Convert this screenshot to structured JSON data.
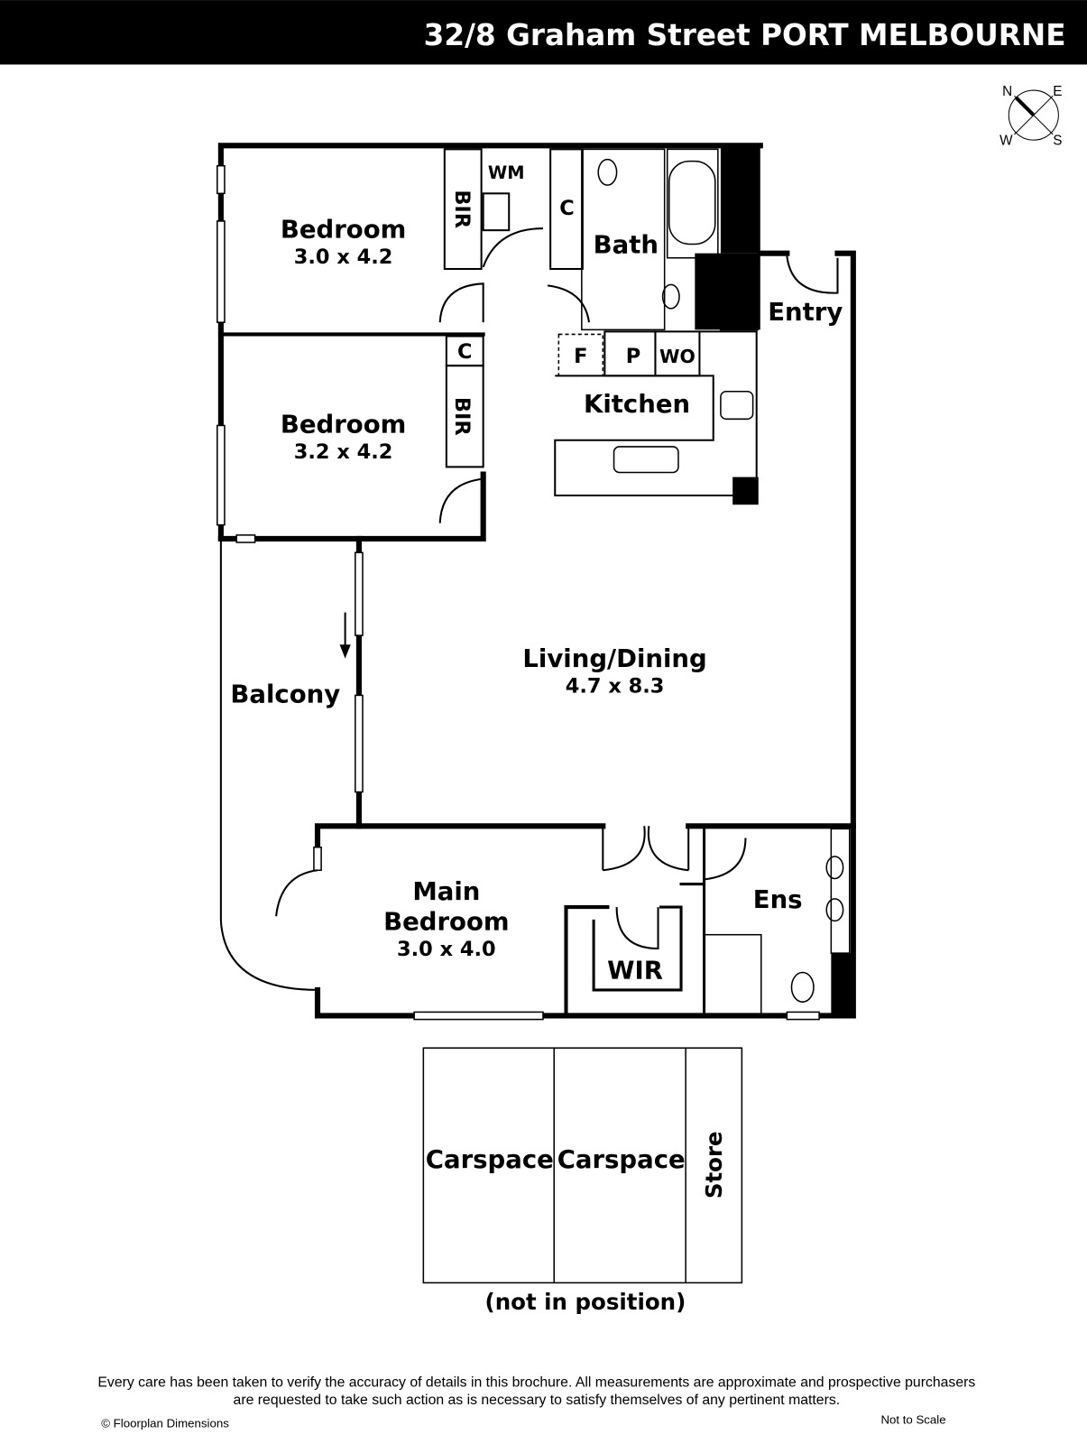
{
  "header": {
    "title": "32/8 Graham Street PORT MELBOURNE"
  },
  "compass": {
    "n": "N",
    "e": "E",
    "w": "W",
    "s": "S"
  },
  "rooms": {
    "bedroom1": {
      "name": "Bedroom",
      "size": "3.0 x 4.2"
    },
    "bedroom2": {
      "name": "Bedroom",
      "size": "3.2 x 4.2"
    },
    "living": {
      "name": "Living/Dining",
      "size": "4.7 x 8.3"
    },
    "main_bedroom": {
      "name_line1": "Main",
      "name_line2": "Bedroom",
      "size": "3.0 x 4.0"
    },
    "bath": "Bath",
    "kitchen": "Kitchen",
    "entry": "Entry",
    "balcony": "Balcony",
    "ens": "Ens",
    "wir": "WIR",
    "bir1": "BIR",
    "bir2": "BIR",
    "wm": "WM",
    "c1": "C",
    "c2": "C",
    "c3": "C",
    "fridge": "F",
    "pantry": "P",
    "wall_oven": "WO",
    "carspace1": "Carspace",
    "carspace2": "Carspace",
    "store": "Store",
    "not_in_position": "(not in position)"
  },
  "footer": {
    "disclaimer_line1": "Every care has been taken to verify the accuracy of details in this brochure. All measurements are approximate and prospective purchasers",
    "disclaimer_line2": "are requested to take such action as is necessary to satisfy themselves of any pertinent matters.",
    "copyright": "© Floorplan Dimensions",
    "scale_note": "Not to Scale"
  }
}
